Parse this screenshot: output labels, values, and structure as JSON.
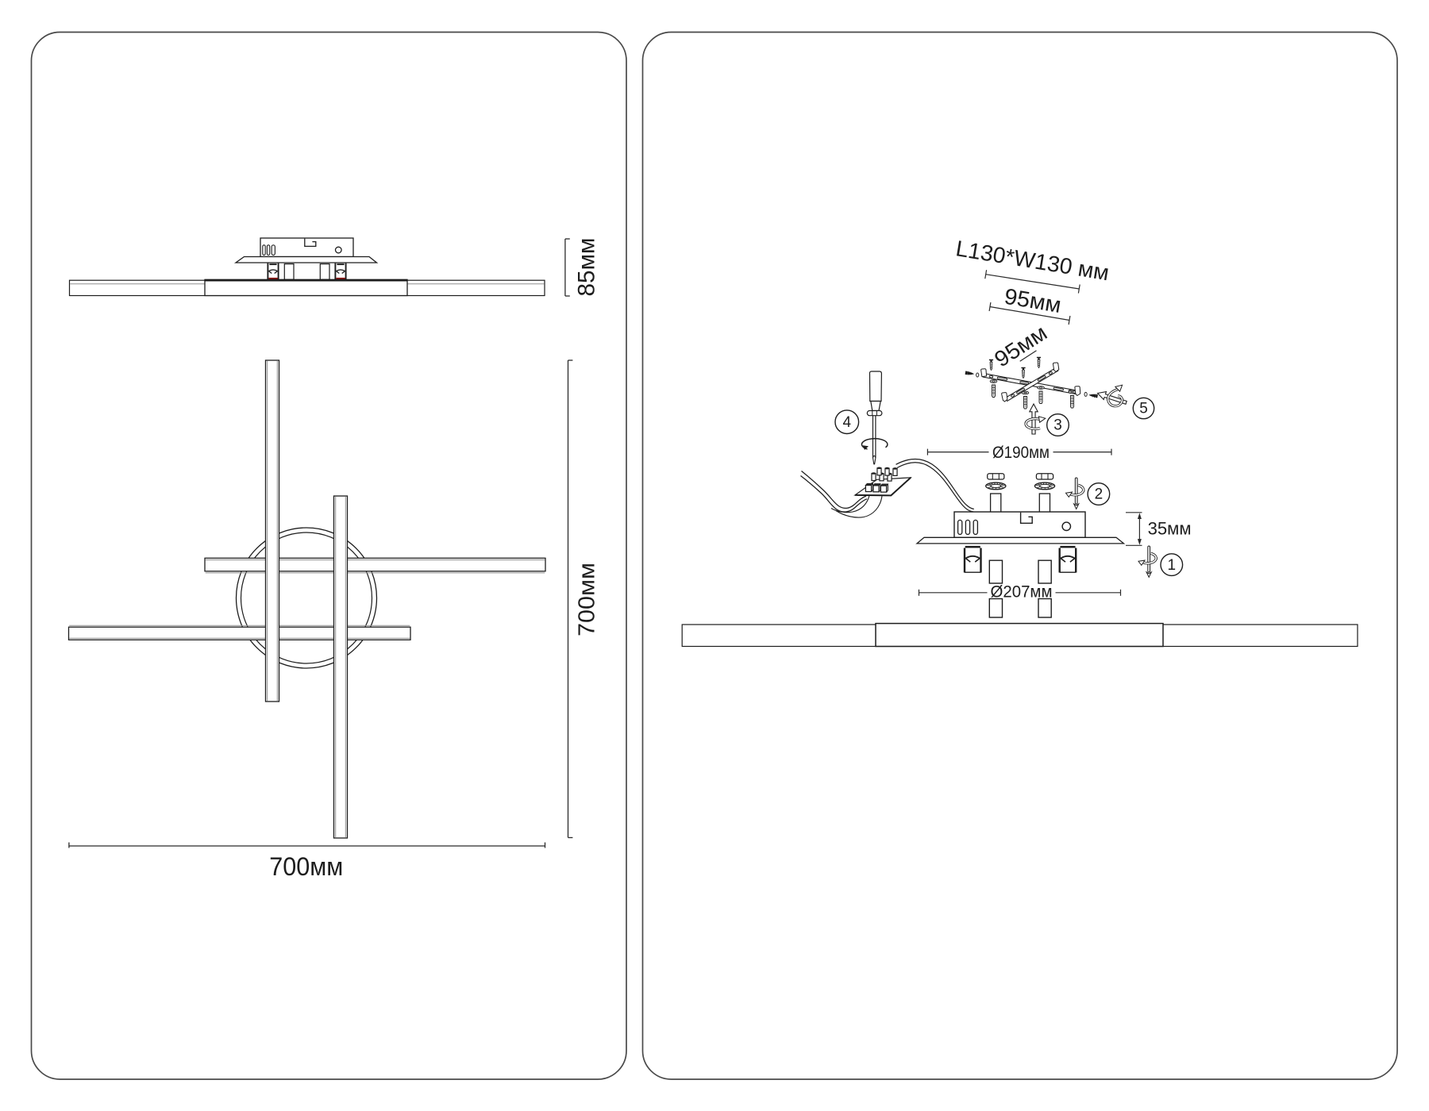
{
  "document": {
    "type": "lighting-fixture installation & dimensions sheet",
    "panel_count": 2
  },
  "colors": {
    "background": "#ffffff",
    "panel_border": "#4a4a4a",
    "ink": "#1d1d1d",
    "steel_gray": "#8f8f8f",
    "accent_red": "#8a1713"
  },
  "left_panel": {
    "side_view": {
      "height_dim": "85мм"
    },
    "top_view": {
      "width_dim": "700мм",
      "height_dim": "700мм"
    }
  },
  "right_panel": {
    "bracket_dims": {
      "plate_size": "L130*W130 мм",
      "spacing_a": "95мм",
      "spacing_b": "95мм"
    },
    "canopy_dims": {
      "inner_diameter": "Ø190мм",
      "outer_diameter": "Ø207мм",
      "height": "35мм"
    },
    "steps": [
      {
        "number": "1"
      },
      {
        "number": "2"
      },
      {
        "number": "3"
      },
      {
        "number": "4"
      },
      {
        "number": "5"
      }
    ]
  }
}
